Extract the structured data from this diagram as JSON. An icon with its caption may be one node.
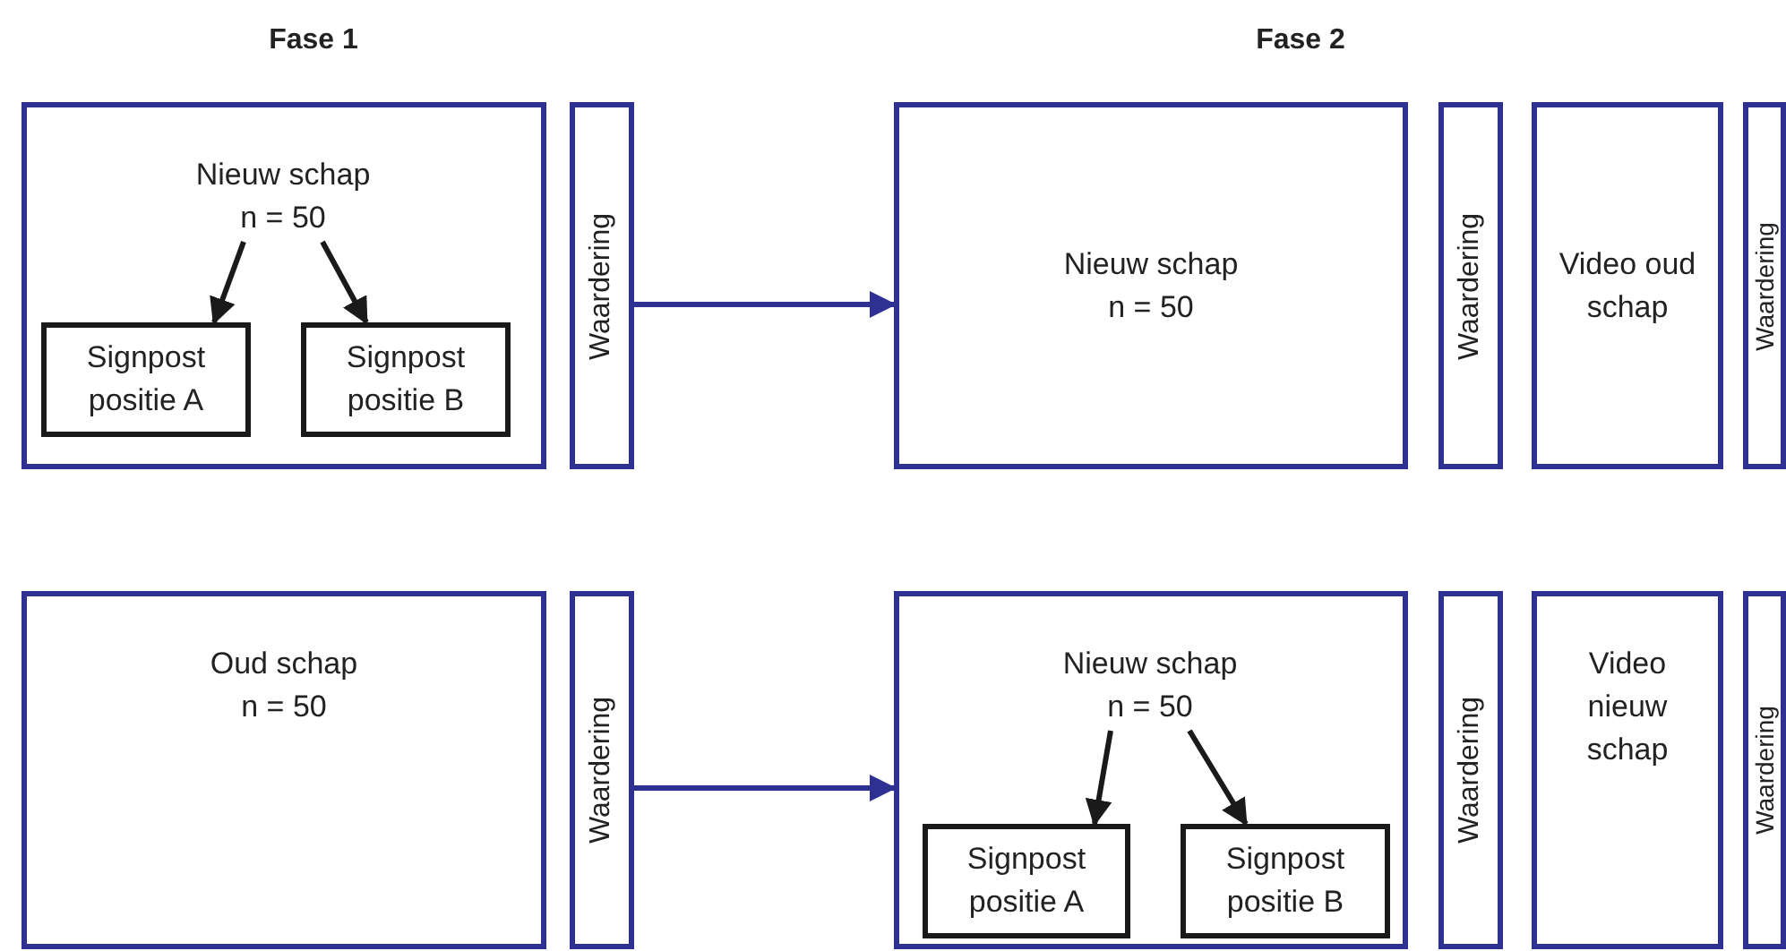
{
  "diagram": {
    "nodes": [
      {
        "text": [],
        "shape": "box"
      },
      {
        "text": [
          "Nieuw schap n = 50"
        ],
        "in": 0
      },
      {
        "text": [
          "Signpost positie A"
        ],
        "in": 0
      },
      {
        "text": [
          "Signpost positie B"
        ],
        "in": 0
      },
      {
        "text": [
          "Waardering"
        ]
      },
      {
        "text": [
          "Nieuw schap n = 50"
        ]
      },
      {
        "text": [
          "Waardering"
        ]
      },
      {
        "text": [
          "Video oud schap"
        ]
      },
      {
        "text": [
          "Waardering"
        ]
      },
      {
        "text": [
          "Oud schap n = 50"
        ]
      },
      {
        "text": [
          "Waardering"
        ]
      },
      {
        "text": [],
        "shape": "box"
      },
      {
        "text": [
          "Nieuw schap n = 50"
        ],
        "in": 11
      },
      {
        "text": [
          "Signpost positie A"
        ],
        "in": 11
      },
      {
        "text": [
          "Signpost positie B"
        ],
        "in": 11
      },
      {
        "text": [
          "Waardering"
        ]
      },
      {
        "text": [
          "Video nieuw schap"
        ]
      },
      {
        "text": [
          "Waardering"
        ]
      }
    ],
    "edges": [
      {
        "from": 1,
        "to": 2,
        "arrow": "to"
      },
      {
        "from": 1,
        "to": 3,
        "arrow": "to"
      },
      {
        "from": 4,
        "to": 5,
        "arrow": "to",
        "color": "#2e3192"
      },
      {
        "from": 10,
        "to": 11,
        "arrow": "to",
        "color": "#2e3192"
      },
      {
        "from": 12,
        "to": 13,
        "arrow": "to"
      },
      {
        "from": 12,
        "to": 14,
        "arrow": "to"
      }
    ],
    "labels": [
      "Fase 1",
      "Fase 2"
    ]
  }
}
